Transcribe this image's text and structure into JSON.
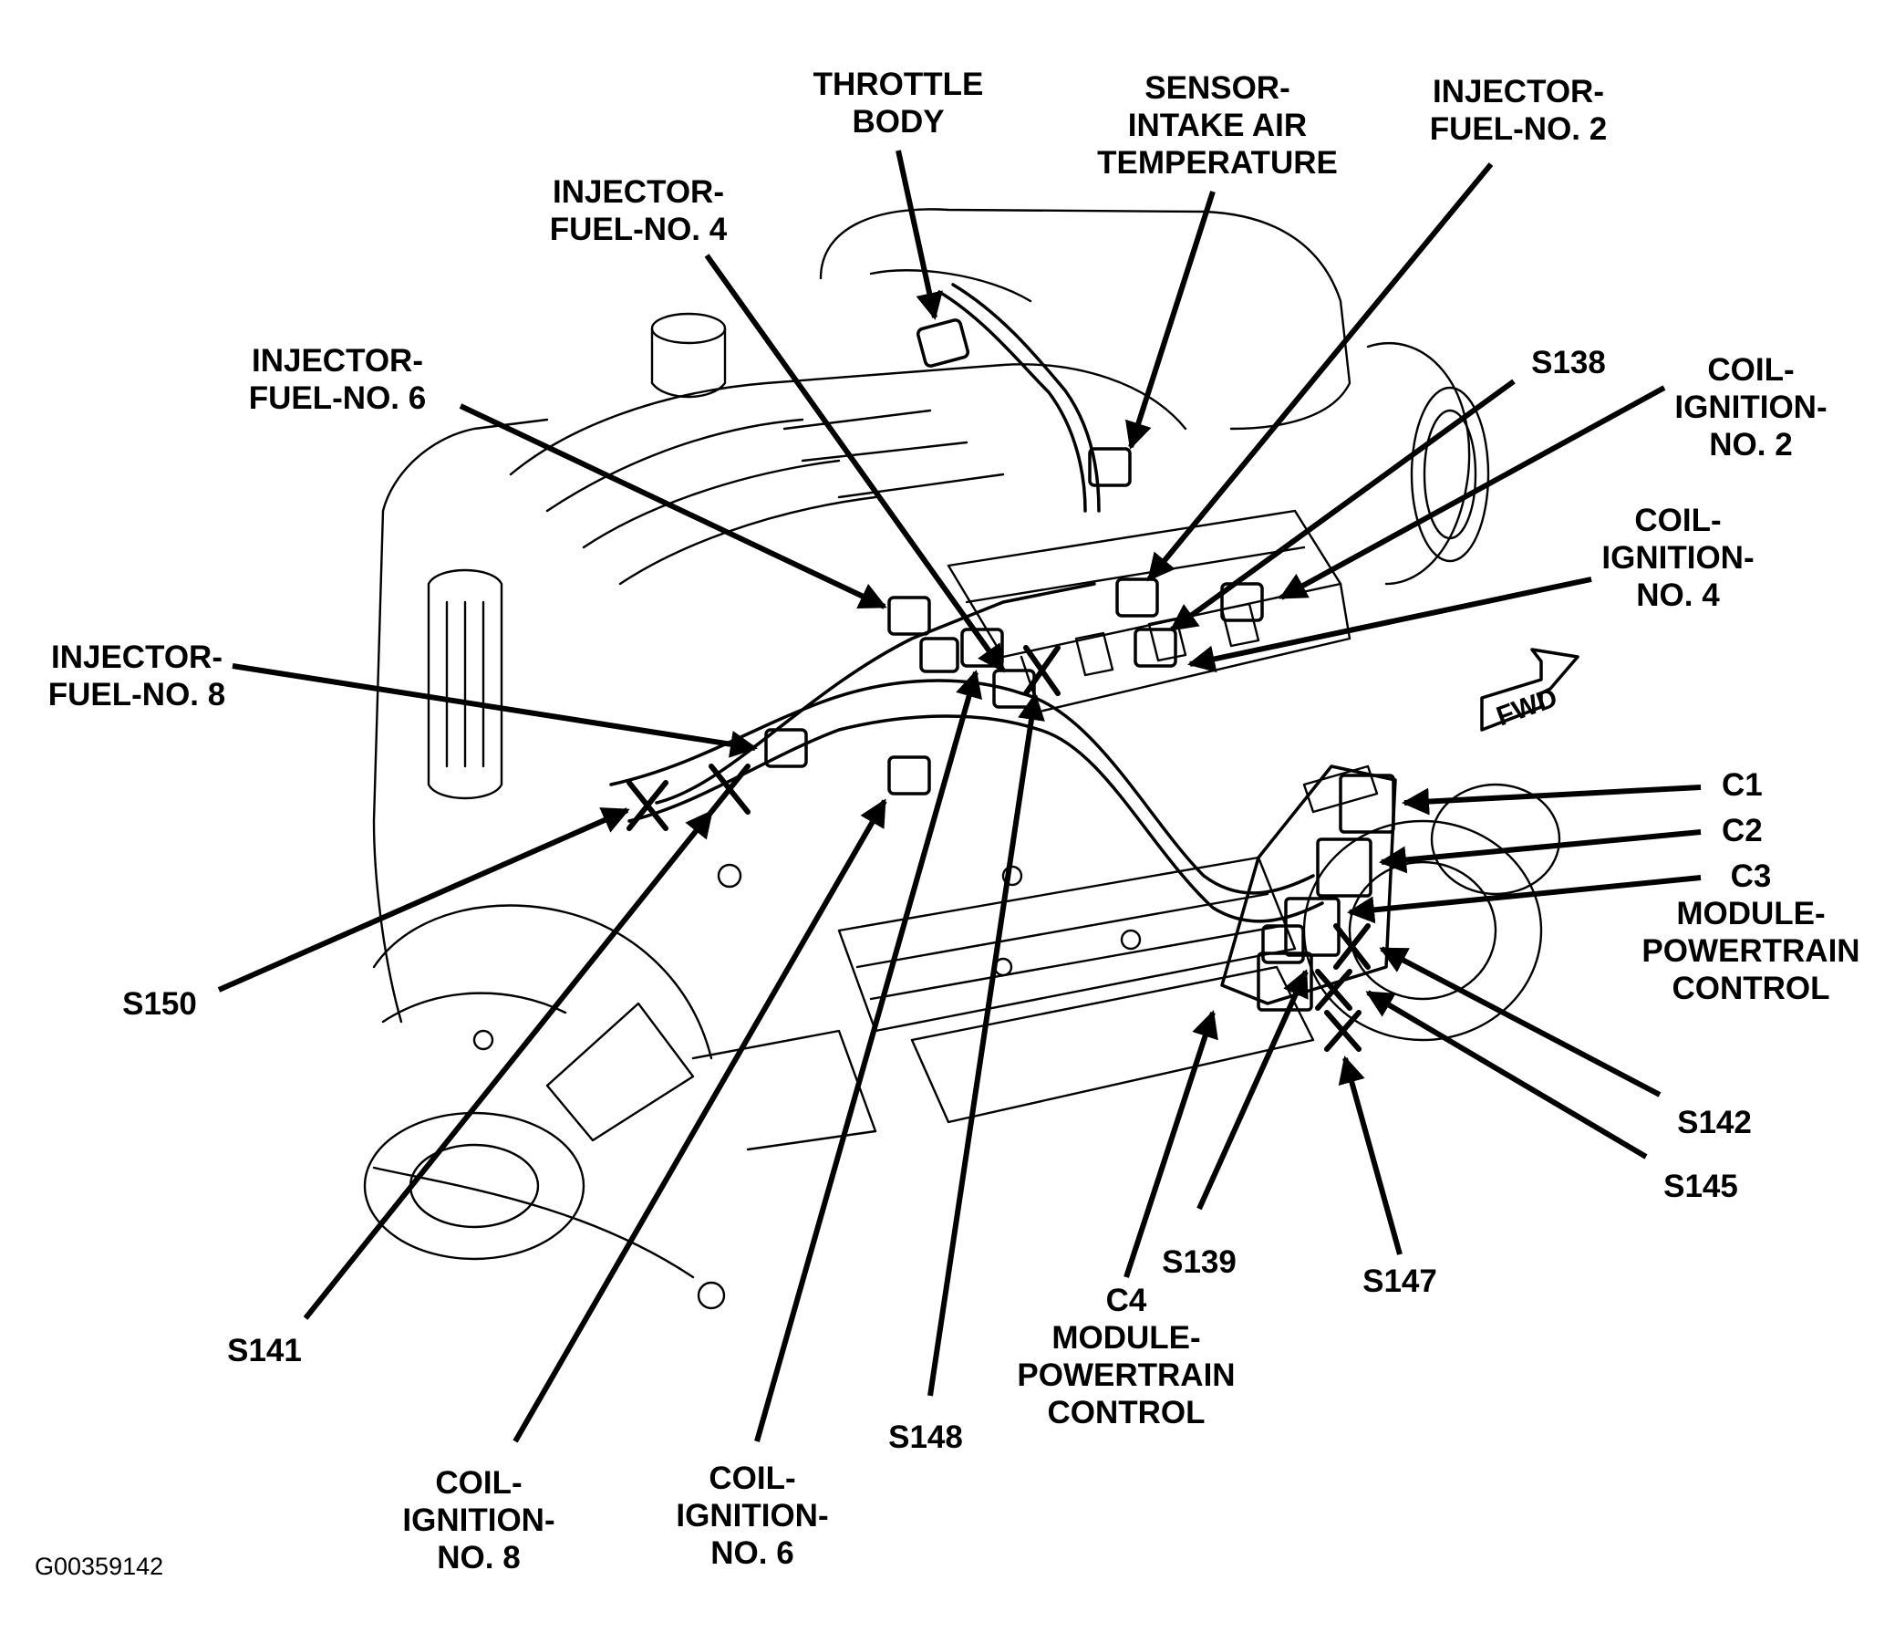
{
  "figure_id": "G00359142",
  "fwd_label": "FWD",
  "labels": {
    "throttle_body": [
      "THROTTLE",
      "BODY"
    ],
    "sensor_iat": [
      "SENSOR-",
      "INTAKE AIR",
      "TEMPERATURE"
    ],
    "injector_2": [
      "INJECTOR-",
      "FUEL-NO. 2"
    ],
    "injector_4": [
      "INJECTOR-",
      "FUEL-NO. 4"
    ],
    "injector_6": [
      "INJECTOR-",
      "FUEL-NO. 6"
    ],
    "injector_8": [
      "INJECTOR-",
      "FUEL-NO. 8"
    ],
    "s138": [
      "S138"
    ],
    "coil_2": [
      "COIL-",
      "IGNITION-",
      "NO. 2"
    ],
    "coil_4": [
      "COIL-",
      "IGNITION-",
      "NO. 4"
    ],
    "c1": [
      "C1"
    ],
    "c2": [
      "C2"
    ],
    "c3": [
      "C3",
      "MODULE-",
      "POWERTRAIN",
      "CONTROL"
    ],
    "s142": [
      "S142"
    ],
    "s145": [
      "S145"
    ],
    "s147": [
      "S147"
    ],
    "s139": [
      "S139"
    ],
    "c4": [
      "C4",
      "MODULE-",
      "POWERTRAIN",
      "CONTROL"
    ],
    "s148": [
      "S148"
    ],
    "coil_6": [
      "COIL-",
      "IGNITION-",
      "NO. 6"
    ],
    "coil_8": [
      "COIL-",
      "IGNITION-",
      "NO. 8"
    ],
    "s141": [
      "S141"
    ],
    "s150": [
      "S150"
    ]
  }
}
